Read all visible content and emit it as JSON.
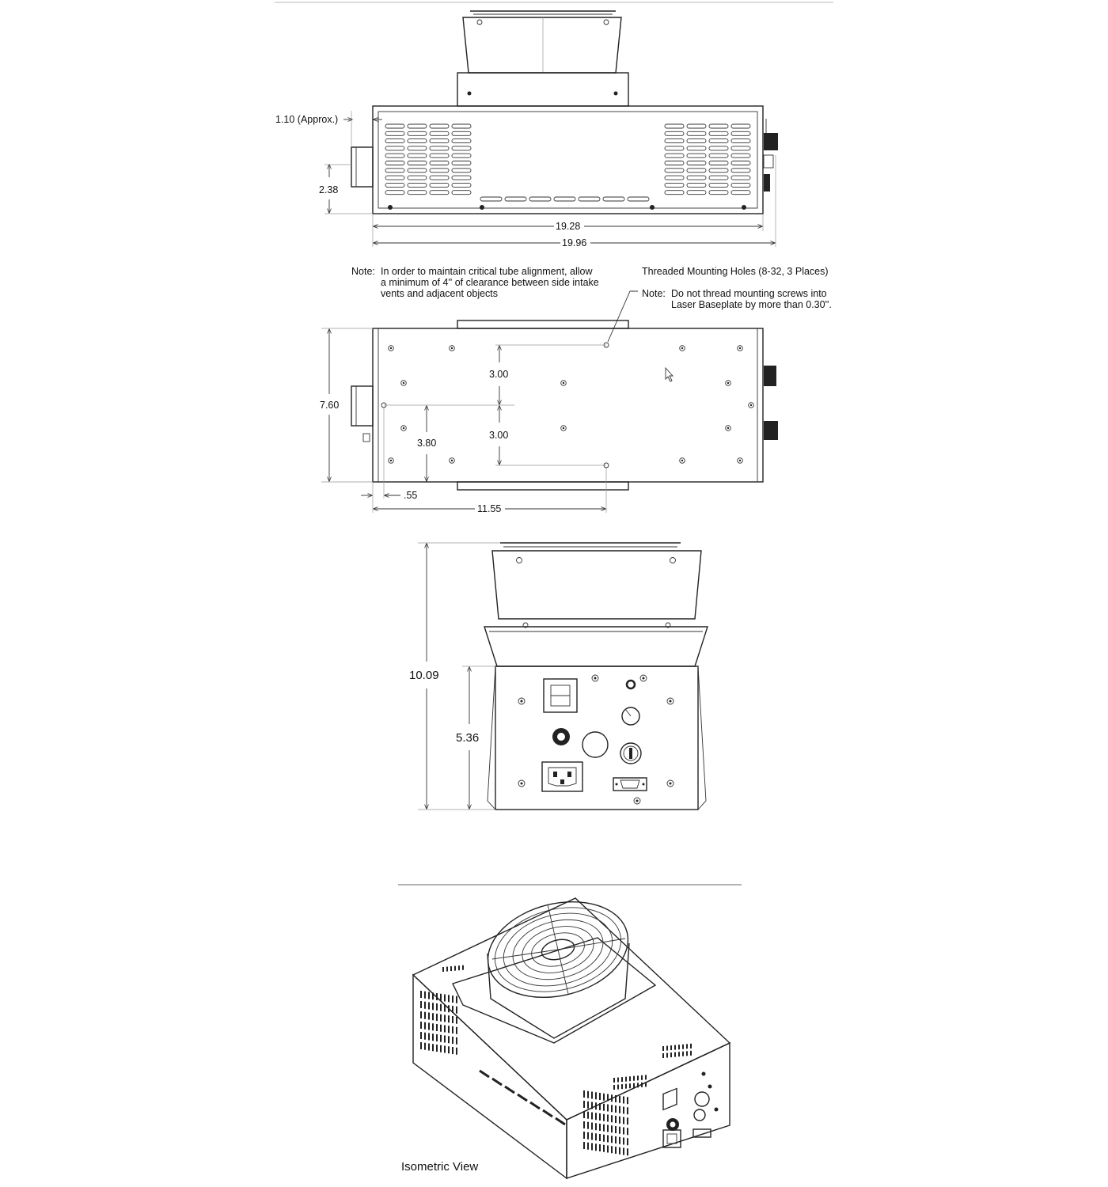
{
  "side_view": {
    "dim_offset": "1.10 (Approx.)",
    "dim_height": "2.38",
    "dim_inner_length": "19.28",
    "dim_total_length": "19.96"
  },
  "notes": {
    "clearance_prefix": "Note:",
    "clearance_line1": "In order to maintain critical tube alignment, allow",
    "clearance_line2": "a minimum of 4'' of clearance between side intake",
    "clearance_line3": "vents and adjacent objects",
    "holes_title": "Threaded Mounting Holes (8-32, 3 Places)",
    "holes_prefix": "Note:",
    "holes_line1": "Do not thread mounting screws into",
    "holes_line2": "Laser Baseplate by more than 0.30''."
  },
  "bottom_view": {
    "dim_width": "7.60",
    "dim_hole_spacing_upper": "3.00",
    "dim_hole_spacing_lower": "3.00",
    "dim_hole_offset": "3.80",
    "dim_edge_offset": ".55",
    "dim_hole_x": "11.55"
  },
  "end_view": {
    "dim_total_height": "10.09",
    "dim_body_height": "5.36"
  },
  "isometric": {
    "caption": "Isometric View"
  }
}
